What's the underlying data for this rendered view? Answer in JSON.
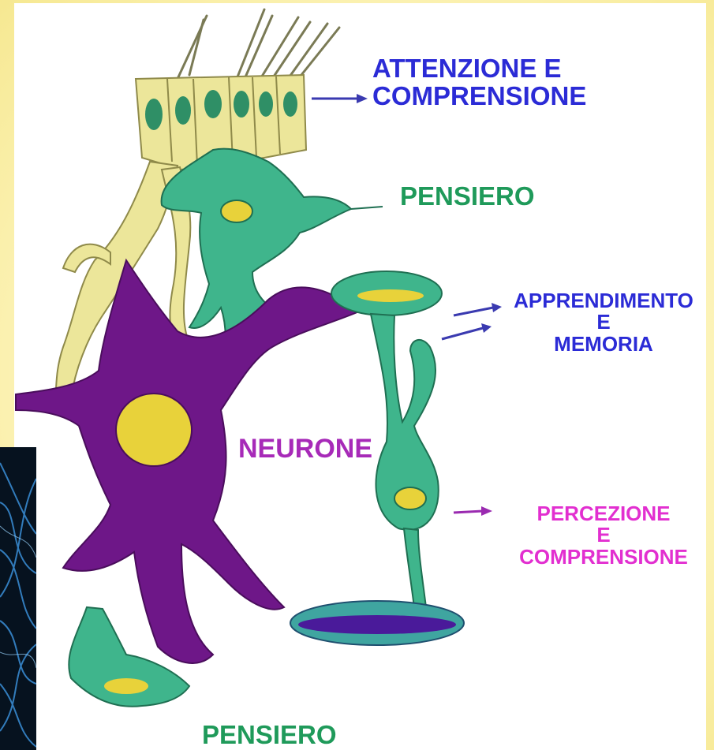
{
  "labels": {
    "attenzione": "ATTENZIONE E\nCOMPRENSIONE",
    "pensiero_top": "PENSIERO",
    "apprendimento_line1": "APPRENDIMENTO",
    "apprendimento_line2": "E",
    "apprendimento_line3": "MEMORIA",
    "neurone": "NEURONE",
    "percezione_line1": "PERCEZIONE",
    "percezione_line2": "E",
    "percezione_line3": "COMPRENSIONE",
    "pensiero_bottom": "PENSIERO"
  },
  "colors": {
    "blue_label": "#2b2bd6",
    "green_label": "#1f9a5a",
    "purple_label": "#a72ab8",
    "pink_label": "#e22fd0",
    "neuron_purple": "#6e1788",
    "glia_green": "#3fb58c",
    "epithelium_yellow": "#ece69a",
    "nucleus_yellow": "#e8d23a"
  }
}
